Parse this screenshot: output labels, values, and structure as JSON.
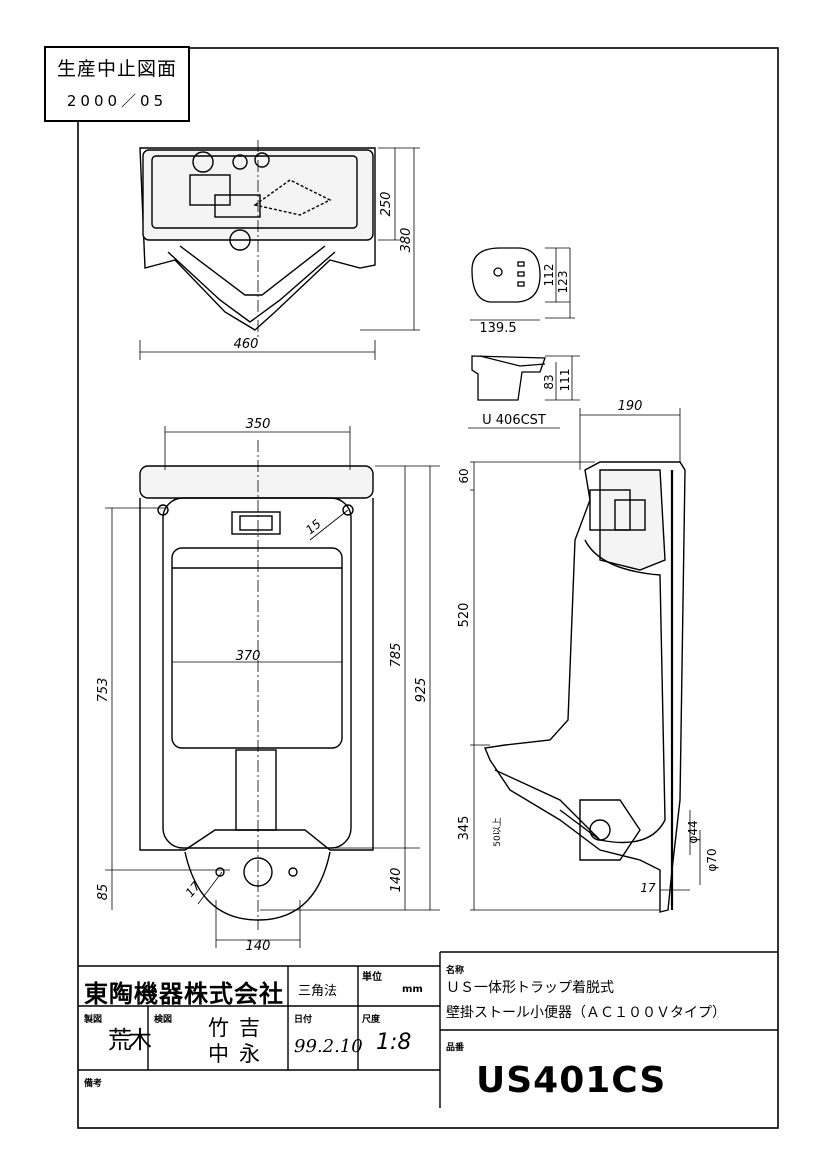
{
  "stamp": {
    "title": "生産中止図面",
    "date": "2000／05"
  },
  "dimensions": {
    "top_width": "460",
    "top_depth_inner": "250",
    "top_depth": "380",
    "front_top_width": "350",
    "front_bowl_width": "370",
    "front_height_753": "753",
    "front_height_785": "785",
    "front_height_925": "925",
    "front_bottom_140": "140",
    "front_bottom_85": "85",
    "front_trap_width": "140",
    "hole_dia_15": "15",
    "hole_dia_17": "17",
    "side_depth": "190",
    "side_60": "60",
    "side_520": "520",
    "side_345": "345",
    "side_50": "50以上",
    "side_44": "φ44",
    "side_70": "φ70",
    "side_17": "17",
    "part_w": "139.5",
    "part_112": "112",
    "part_123": "123",
    "part_83": "83",
    "part_111": "111",
    "part_label": "U 406CST"
  },
  "title_block": {
    "company": "東陶機器株式会社",
    "projection": "三角法",
    "unit_label": "単位",
    "unit_value": "mm",
    "name_label": "名称",
    "name_line1": "ＵＳ一体形トラップ着脱式",
    "name_line2": "壁掛ストール小便器（ＡＣ１００Ｖタイプ）",
    "drawn_label": "製図",
    "drawn_by": "荒木",
    "checked_label": "検図",
    "checked_by_1": "竹吉",
    "checked_by_2": "中永",
    "date_label": "日付",
    "date_value": "99.2.10",
    "scale_label": "尺度",
    "scale_value": "1:8",
    "part_no_label": "品番",
    "part_no": "US401CS",
    "remarks_label": "備考"
  }
}
